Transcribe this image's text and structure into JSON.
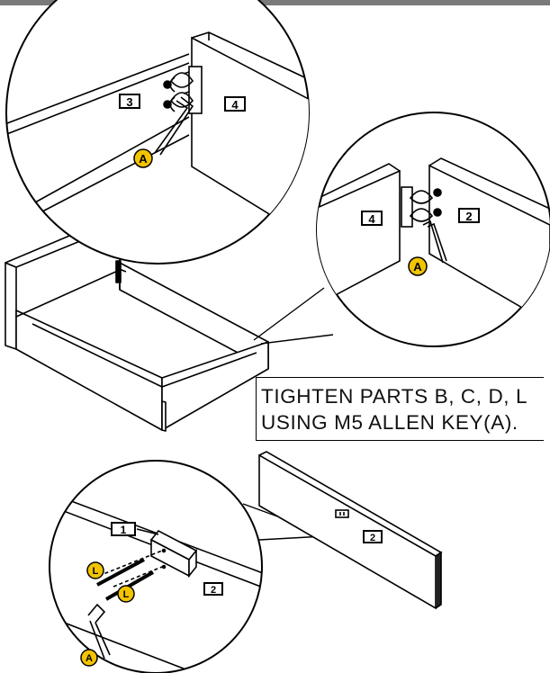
{
  "instruction": {
    "line1": "TIGHTEN  PARTS  B, C, D, L",
    "line2": "USING  M5  ALLEN  KEY(A)."
  },
  "part_labels": {
    "p1": "1",
    "p2": "2",
    "p3": "3",
    "p4": "4"
  },
  "callouts": {
    "allen_key": "A",
    "bolt": "L"
  },
  "colors": {
    "ink": "#000000",
    "badge": "#f2c400",
    "topbar": "#7a7a7a"
  }
}
